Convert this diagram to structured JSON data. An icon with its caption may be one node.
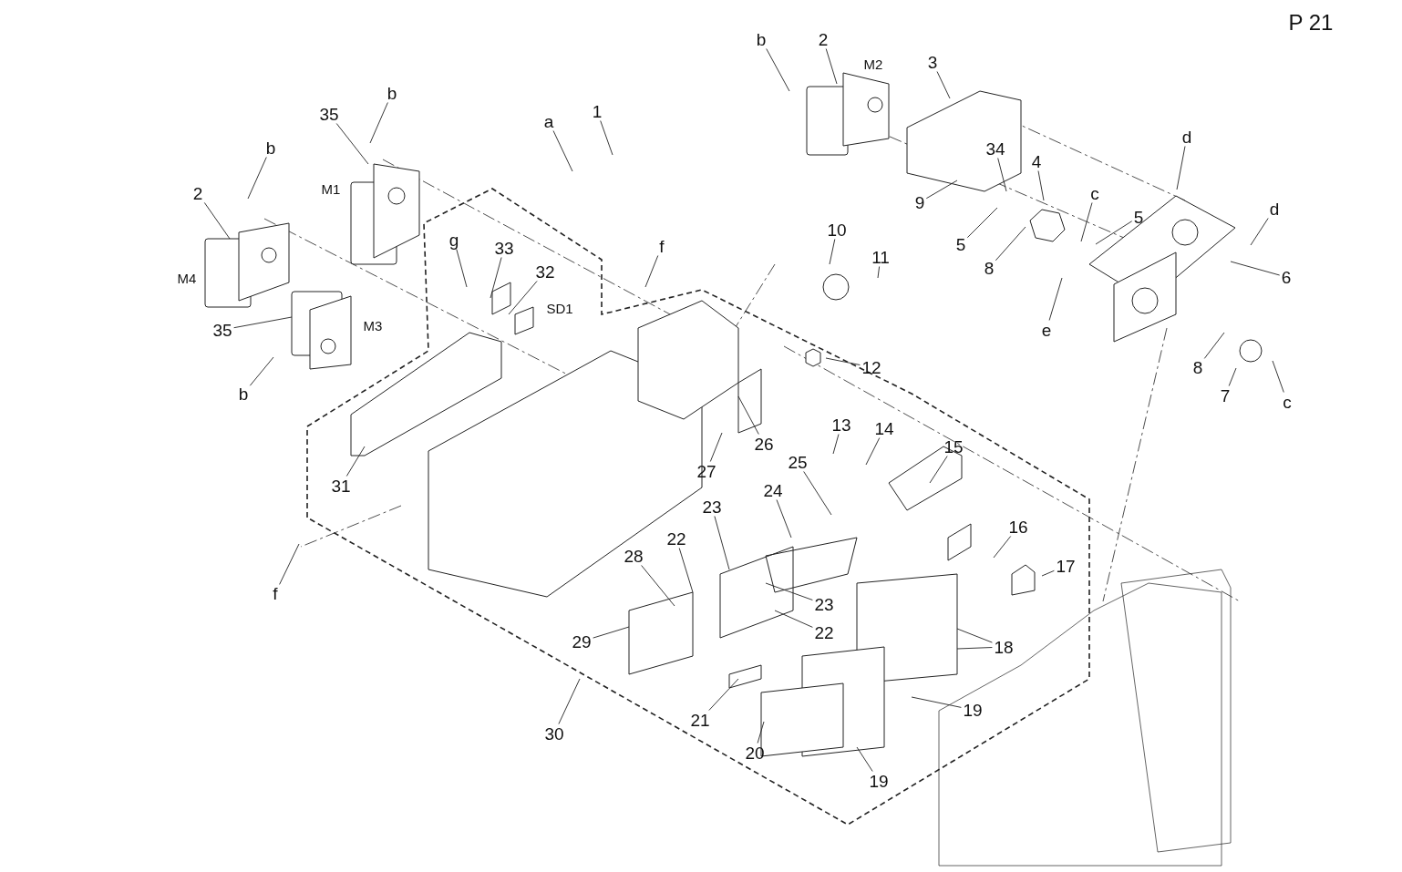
{
  "diagram": {
    "nodes": [
      {
        "text": [
          "b"
        ]
      },
      {
        "text": [
          "2"
        ]
      },
      {
        "text": [
          "3"
        ]
      },
      {
        "text": [
          "35"
        ]
      },
      {
        "text": [
          "b"
        ]
      },
      {
        "text": [
          "a"
        ]
      },
      {
        "text": [
          "1"
        ]
      },
      {
        "text": [
          "b"
        ]
      },
      {
        "text": [
          "2"
        ]
      },
      {
        "text": [
          "d"
        ]
      },
      {
        "text": [
          "34"
        ]
      },
      {
        "text": [
          "4"
        ]
      },
      {
        "text": [
          "c"
        ]
      },
      {
        "text": [
          "9"
        ]
      },
      {
        "text": [
          "5"
        ]
      },
      {
        "text": [
          "d"
        ]
      },
      {
        "text": [
          "5"
        ]
      },
      {
        "text": [
          "8"
        ]
      },
      {
        "text": [
          "6"
        ]
      },
      {
        "text": [
          "g"
        ]
      },
      {
        "text": [
          "33"
        ]
      },
      {
        "text": [
          "32"
        ]
      },
      {
        "text": [
          "f"
        ]
      },
      {
        "text": [
          "10"
        ]
      },
      {
        "text": [
          "11"
        ]
      },
      {
        "text": [
          "35"
        ]
      },
      {
        "text": [
          "e"
        ]
      },
      {
        "text": [
          "12"
        ]
      },
      {
        "text": [
          "8"
        ]
      },
      {
        "text": [
          "7"
        ]
      },
      {
        "text": [
          "c"
        ]
      },
      {
        "text": [
          "b"
        ]
      },
      {
        "text": [
          "13"
        ]
      },
      {
        "text": [
          "14"
        ]
      },
      {
        "text": [
          "15"
        ]
      },
      {
        "text": [
          "26"
        ]
      },
      {
        "text": [
          "27"
        ]
      },
      {
        "text": [
          "31"
        ]
      },
      {
        "text": [
          "25"
        ]
      },
      {
        "text": [
          "24"
        ]
      },
      {
        "text": [
          "23"
        ]
      },
      {
        "text": [
          "16"
        ]
      },
      {
        "text": [
          "17"
        ]
      },
      {
        "text": [
          "22"
        ]
      },
      {
        "text": [
          "28"
        ]
      },
      {
        "text": [
          "23"
        ]
      },
      {
        "text": [
          "22"
        ]
      },
      {
        "text": [
          "29"
        ]
      },
      {
        "text": [
          "f"
        ]
      },
      {
        "text": [
          "18"
        ]
      },
      {
        "text": [
          "21"
        ]
      },
      {
        "text": [
          "19"
        ]
      },
      {
        "text": [
          "30"
        ]
      },
      {
        "text": [
          "20"
        ]
      },
      {
        "text": [
          "19"
        ]
      }
    ],
    "edges": [
      {
        "from": 0,
        "to": null,
        "arrow": "none"
      },
      {
        "from": 1,
        "to": null,
        "arrow": "none"
      },
      {
        "from": 2,
        "to": null,
        "arrow": "none"
      },
      {
        "from": 3,
        "to": null,
        "arrow": "none"
      },
      {
        "from": 4,
        "to": null,
        "arrow": "none"
      },
      {
        "from": 5,
        "to": null,
        "arrow": "none"
      },
      {
        "from": 6,
        "to": null,
        "arrow": "none"
      },
      {
        "from": 7,
        "to": null,
        "arrow": "none"
      },
      {
        "from": 8,
        "to": null,
        "arrow": "none"
      },
      {
        "from": 9,
        "to": null,
        "arrow": "none"
      },
      {
        "from": 10,
        "to": null,
        "arrow": "none"
      },
      {
        "from": 11,
        "to": null,
        "arrow": "none"
      },
      {
        "from": 12,
        "to": null,
        "arrow": "none"
      },
      {
        "from": 13,
        "to": null,
        "arrow": "none"
      },
      {
        "from": 14,
        "to": null,
        "arrow": "none"
      },
      {
        "from": 15,
        "to": null,
        "arrow": "none"
      },
      {
        "from": 16,
        "to": null,
        "arrow": "none"
      },
      {
        "from": 17,
        "to": null,
        "arrow": "none"
      },
      {
        "from": 18,
        "to": null,
        "arrow": "none"
      },
      {
        "from": 19,
        "to": null,
        "arrow": "none"
      },
      {
        "from": 20,
        "to": null,
        "arrow": "none"
      },
      {
        "from": 21,
        "to": null,
        "arrow": "none"
      },
      {
        "from": 22,
        "to": null,
        "arrow": "none"
      },
      {
        "from": 23,
        "to": null,
        "arrow": "none"
      },
      {
        "from": 24,
        "to": null,
        "arrow": "none"
      },
      {
        "from": 25,
        "to": null,
        "arrow": "none"
      },
      {
        "from": 26,
        "to": null,
        "arrow": "none"
      },
      {
        "from": 27,
        "to": null,
        "arrow": "none"
      },
      {
        "from": 28,
        "to": null,
        "arrow": "none"
      },
      {
        "from": 29,
        "to": null,
        "arrow": "none"
      },
      {
        "from": 30,
        "to": null,
        "arrow": "none"
      },
      {
        "from": 31,
        "to": null,
        "arrow": "none"
      },
      {
        "from": 32,
        "to": null,
        "arrow": "none"
      },
      {
        "from": 33,
        "to": null,
        "arrow": "none"
      },
      {
        "from": 34,
        "to": null,
        "arrow": "none"
      },
      {
        "from": 35,
        "to": null,
        "arrow": "none"
      },
      {
        "from": 36,
        "to": null,
        "arrow": "none"
      },
      {
        "from": 37,
        "to": null,
        "arrow": "none"
      },
      {
        "from": 38,
        "to": null,
        "arrow": "none"
      },
      {
        "from": 39,
        "to": null,
        "arrow": "none"
      },
      {
        "from": 40,
        "to": null,
        "arrow": "none"
      },
      {
        "from": 41,
        "to": null,
        "arrow": "none"
      },
      {
        "from": 42,
        "to": null,
        "arrow": "none"
      },
      {
        "from": 43,
        "to": null,
        "arrow": "none"
      },
      {
        "from": 44,
        "to": null,
        "arrow": "none"
      },
      {
        "from": 45,
        "to": null,
        "arrow": "none"
      },
      {
        "from": 46,
        "to": null,
        "arrow": "none"
      },
      {
        "from": 47,
        "to": null,
        "arrow": "none"
      },
      {
        "from": 48,
        "to": null,
        "arrow": "none"
      },
      {
        "from": 49,
        "to": null,
        "arrow": "none"
      },
      {
        "from": 49,
        "to": null,
        "arrow": "none"
      },
      {
        "from": 50,
        "to": null,
        "arrow": "none"
      },
      {
        "from": 51,
        "to": null,
        "arrow": "none"
      },
      {
        "from": 52,
        "to": null,
        "arrow": "none"
      },
      {
        "from": 53,
        "to": null,
        "arrow": "none"
      },
      {
        "from": 54,
        "to": null,
        "arrow": "none"
      }
    ],
    "labels": [
      "P 21",
      "M2",
      "M1",
      "M4",
      "M3",
      "SD1"
    ]
  }
}
